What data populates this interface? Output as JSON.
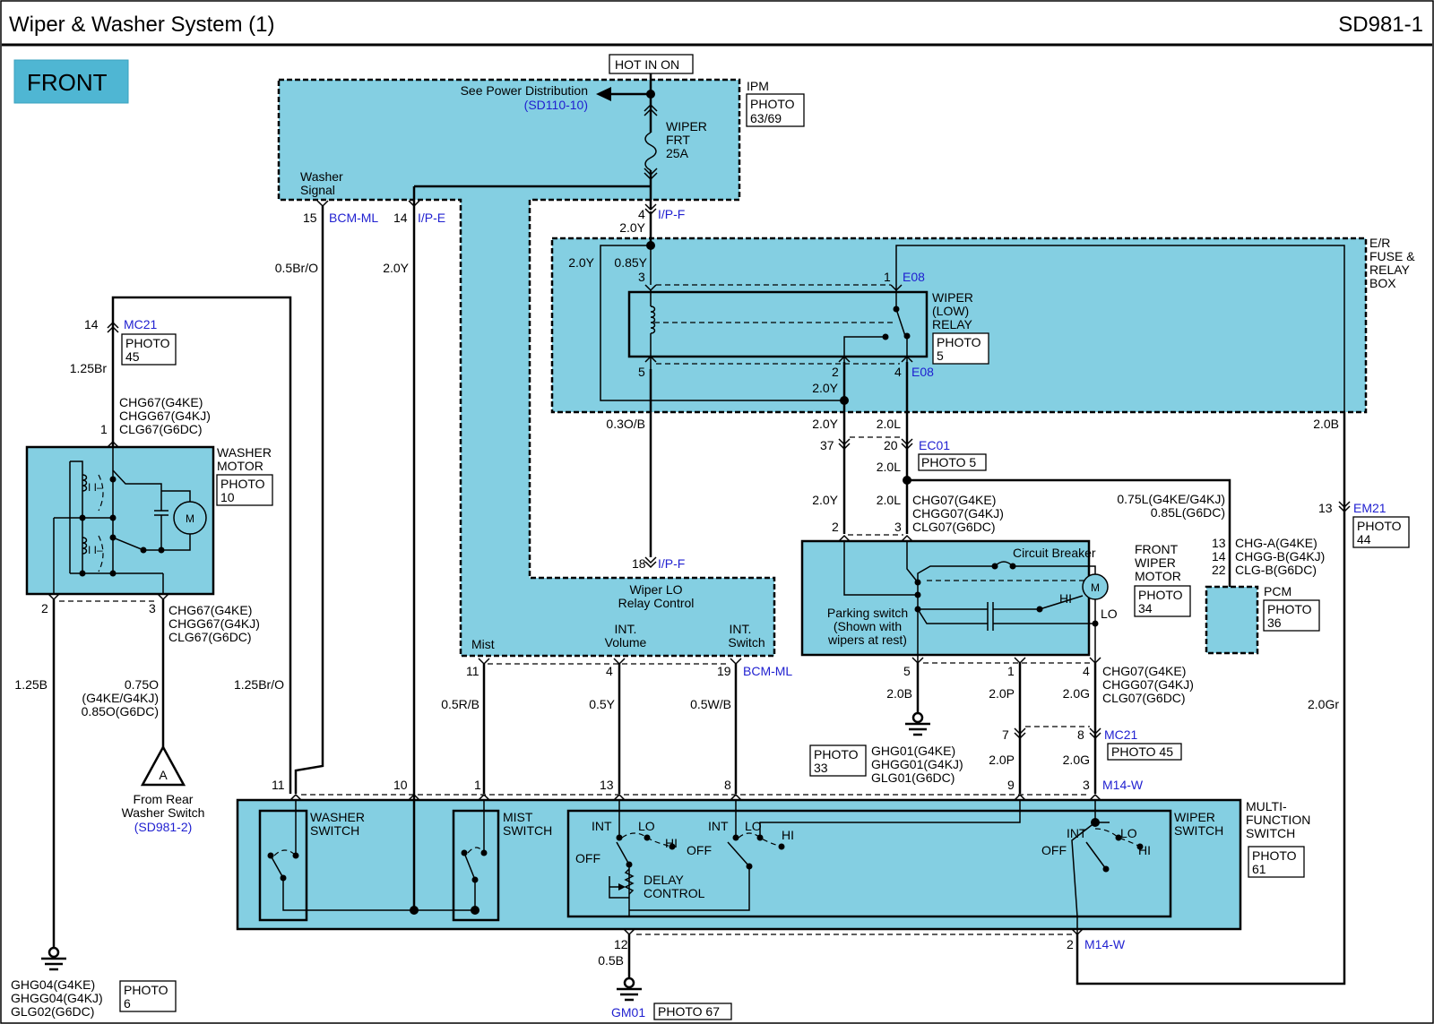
{
  "header": {
    "title": "Wiper & Washer System (1)",
    "code": "SD981-1"
  },
  "front_label": "FRONT",
  "hot_in_on": "HOT IN ON",
  "ipm": {
    "label": "IPM",
    "see": "See Power Distribution",
    "ref": "(SD110-10)",
    "photo": [
      "PHOTO",
      "63/69"
    ],
    "fuse": [
      "WIPER",
      "FRT",
      "25A"
    ],
    "washer_signal": [
      "Washer",
      "Signal"
    ]
  },
  "er_box": {
    "label": [
      "E/R",
      "FUSE &",
      "RELAY",
      "BOX"
    ]
  },
  "relay": {
    "label": [
      "WIPER",
      "(LOW)",
      "RELAY"
    ],
    "photo": [
      "PHOTO",
      "5"
    ]
  },
  "washer_motor": {
    "label": [
      "WASHER",
      "MOTOR"
    ],
    "photo": [
      "PHOTO",
      "10"
    ],
    "m": "M"
  },
  "front_motor": {
    "label": [
      "FRONT",
      "WIPER",
      "MOTOR"
    ],
    "photo": [
      "PHOTO",
      "34"
    ],
    "breaker": "Circuit Breaker",
    "parking": [
      "Parking switch",
      "(Shown with",
      "wipers at rest)"
    ],
    "hi": "HI",
    "lo": "LO",
    "m": "M"
  },
  "pcm": {
    "label": "PCM",
    "photo": [
      "PHOTO",
      "36"
    ]
  },
  "bcm": {
    "title": [
      "Wiper LO",
      "Relay Control"
    ],
    "mist": "Mist",
    "int_volume": [
      "INT.",
      "Volume"
    ],
    "int_switch": [
      "INT.",
      "Switch"
    ]
  },
  "mfs": {
    "label": [
      "MULTI-",
      "FUNCTION",
      "SWITCH"
    ],
    "photo": [
      "PHOTO",
      "61"
    ],
    "washer_switch": [
      "WASHER",
      "SWITCH"
    ],
    "mist_switch": [
      "MIST",
      "SWITCH"
    ],
    "wiper_switch": [
      "WIPER",
      "SWITCH"
    ],
    "int": "INT",
    "lo": "LO",
    "hi": "HI",
    "off": "OFF",
    "delay": [
      "DELAY",
      "CONTROL"
    ]
  },
  "rear": {
    "from": [
      "From Rear",
      "Washer Switch"
    ],
    "ref": "(SD981-2)",
    "letter": "A"
  },
  "connectors": {
    "ipm_15": {
      "pin": "15",
      "name": "BCM-ML"
    },
    "ipm_14": {
      "pin": "14",
      "name": "I/P-E"
    },
    "ipm_4": {
      "pin": "4",
      "name": "I/P-F"
    },
    "e08_1": {
      "pin": "1",
      "name": "E08"
    },
    "e08_4": {
      "pin": "4",
      "name": "E08"
    },
    "ec01": {
      "pins": [
        "37",
        "20"
      ],
      "name": "EC01",
      "photo": "PHOTO 5"
    },
    "mc21_14": {
      "pin": "14",
      "name": "MC21",
      "photo": [
        "PHOTO",
        "45"
      ]
    },
    "ipf_18": {
      "pin": "18",
      "name": "I/P-F"
    },
    "em21": {
      "pin": "13",
      "name": "EM21",
      "photo": [
        "PHOTO",
        "44"
      ]
    },
    "bcm_19": {
      "name": "BCM-ML"
    },
    "mc21_8": {
      "pins": [
        "7",
        "8"
      ],
      "name": "MC21",
      "photo": "PHOTO 45"
    },
    "m14_3": {
      "pin": "3",
      "name": "M14-W"
    },
    "m14_2": {
      "pin": "2",
      "name": "M14-W"
    },
    "gm01": {
      "name": "GM01",
      "photo": "PHOTO 67"
    }
  },
  "wires": {
    "w_05bro": "0.5Br/O",
    "w_20y_ipe": "2.0Y",
    "w_20y_ipf": "2.0Y",
    "w_20y_a": "2.0Y",
    "w_085y": "0.85Y",
    "w_03ob": "0.3O/B",
    "w_20y_r2": "2.0Y",
    "w_20y_37": "2.0Y",
    "w_20l_20": "2.0L",
    "w_20l_node": "2.0L",
    "w_20y_fm": "2.0Y",
    "w_20l_fm": "2.0L",
    "w_20b_em": "2.0B",
    "w_075l": "0.75L(G4KE/G4KJ)",
    "w_085l": "0.85L(G6DC)",
    "w_125br": "1.25Br",
    "w_125b": "1.25B",
    "w_075o": "0.75O",
    "w_075o_b": "(G4KE/G4KJ)",
    "w_085o": "0.85O(G6DC)",
    "w_125bro": "1.25Br/O",
    "w_05rb": "0.5R/B",
    "w_05y": "0.5Y",
    "w_05wb": "0.5W/B",
    "w_20b_g": "2.0B",
    "w_20p": "2.0P",
    "w_20g": "2.0G",
    "w_20p_b": "2.0P",
    "w_20g_b": "2.0G",
    "w_20gr": "2.0Gr",
    "w_05b": "0.5B"
  },
  "pins": {
    "p3": "3",
    "p5": "5",
    "p2": "2",
    "p4": "4",
    "p1_wm": "1",
    "p2_wm": "2",
    "p3_wm": "3",
    "p14_wm": "14",
    "p11_bcm": "11",
    "p4_bcm": "4",
    "p19_bcm": "19",
    "p2_fm": "2",
    "p3_fm": "3",
    "p5_fm": "5",
    "p1_fm": "1",
    "p4_fm": "4",
    "p13_pcm": "13",
    "p14_pcm": "14",
    "p22_pcm": "22",
    "p11": "11",
    "p10": "10",
    "p1": "1",
    "p13": "13",
    "p8": "8",
    "p9": "9",
    "p12": "12"
  },
  "variants": {
    "chg67_top": [
      {
        "name": "CHG67",
        "engine": "(G4KE)"
      },
      {
        "name": "CHGG67",
        "engine": "(G4KJ)"
      },
      {
        "name": "CLG67",
        "engine": "(G6DC)"
      }
    ],
    "chg67_bot": [
      {
        "name": "CHG67",
        "engine": "(G4KE)"
      },
      {
        "name": "CHGG67",
        "engine": "(G4KJ)"
      },
      {
        "name": "CLG67",
        "engine": "(G6DC)"
      }
    ],
    "chg07_top": [
      {
        "name": "CHG07",
        "engine": "(G4KE)"
      },
      {
        "name": "CHGG07",
        "engine": "(G4KJ)"
      },
      {
        "name": "CLG07",
        "engine": "(G6DC)"
      }
    ],
    "chg07_bot": [
      {
        "name": "CHG07",
        "engine": "(G4KE)"
      },
      {
        "name": "CHGG07",
        "engine": "(G4KJ)"
      },
      {
        "name": "CLG07",
        "engine": "(G6DC)"
      }
    ],
    "chg_pcm": [
      {
        "name": "CHG-A",
        "engine": "(G4KE)"
      },
      {
        "name": "CHGG-B",
        "engine": "(G4KJ)"
      },
      {
        "name": "CLG-B",
        "engine": "(G6DC)"
      }
    ],
    "ghg01": [
      {
        "name": "GHG01",
        "engine": "(G4KE)"
      },
      {
        "name": "GHGG01",
        "engine": "(G4KJ)"
      },
      {
        "name": "GLG01",
        "engine": "(G6DC)"
      }
    ],
    "ghg04": [
      {
        "name": "GHG04",
        "engine": "(G4KE)"
      },
      {
        "name": "GHGG04",
        "engine": "(G4KJ)"
      },
      {
        "name": "GLG02",
        "engine": "(G6DC)"
      }
    ]
  },
  "photo33": [
    "PHOTO",
    "33"
  ],
  "photo6": [
    "PHOTO",
    "6"
  ]
}
